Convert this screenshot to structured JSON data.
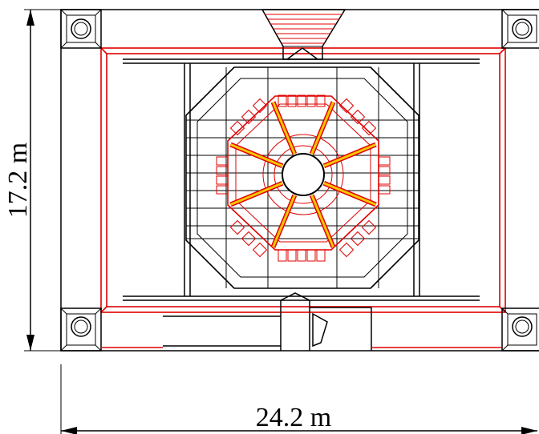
{
  "dimensions": {
    "height_label": "17.2 m",
    "width_label": "24.2 m"
  },
  "colors": {
    "line": "#000000",
    "frame_red": "#e00000",
    "arm_yellow": "#f7c600",
    "background": "#ffffff"
  },
  "detector": {
    "spokes": 8
  }
}
